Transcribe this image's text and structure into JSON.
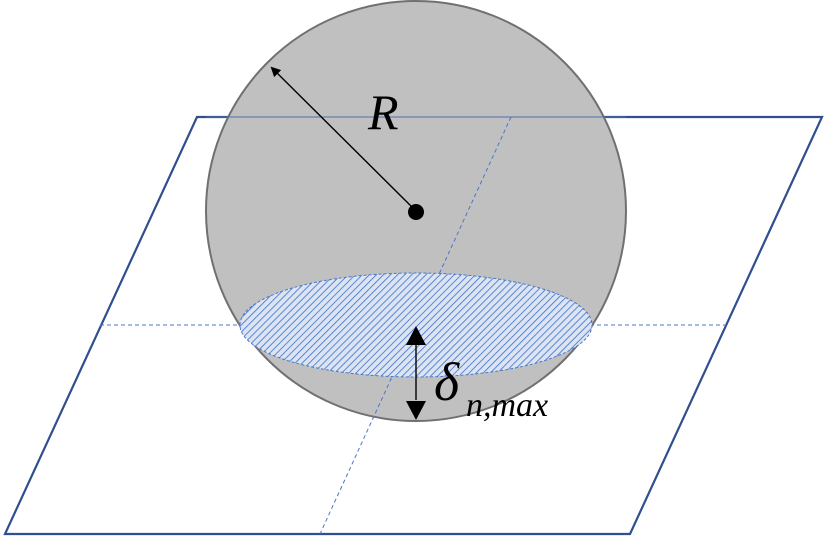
{
  "diagram": {
    "type": "sphere-plane-contact",
    "labels": {
      "radius": "R",
      "penetration_symbol": "δ",
      "penetration_subscript": "n,max"
    },
    "colors": {
      "sphere_fill": "#c0c0c0",
      "sphere_stroke": "#707070",
      "plane_stroke": "#2f4f8f",
      "dashed_line": "#4a78c8",
      "contact_hatch": "#3a6fd0",
      "arrow": "#000000"
    },
    "elements": [
      {
        "name": "plane",
        "shape": "parallelogram"
      },
      {
        "name": "sphere",
        "shape": "circle"
      },
      {
        "name": "sphere-center",
        "shape": "dot"
      },
      {
        "name": "radius-arrow",
        "label": "R"
      },
      {
        "name": "contact-area",
        "shape": "hatched-ellipse"
      },
      {
        "name": "penetration-arrow",
        "label": "δ n,max"
      },
      {
        "name": "plane-axis-lines",
        "style": "dashed"
      }
    ]
  }
}
